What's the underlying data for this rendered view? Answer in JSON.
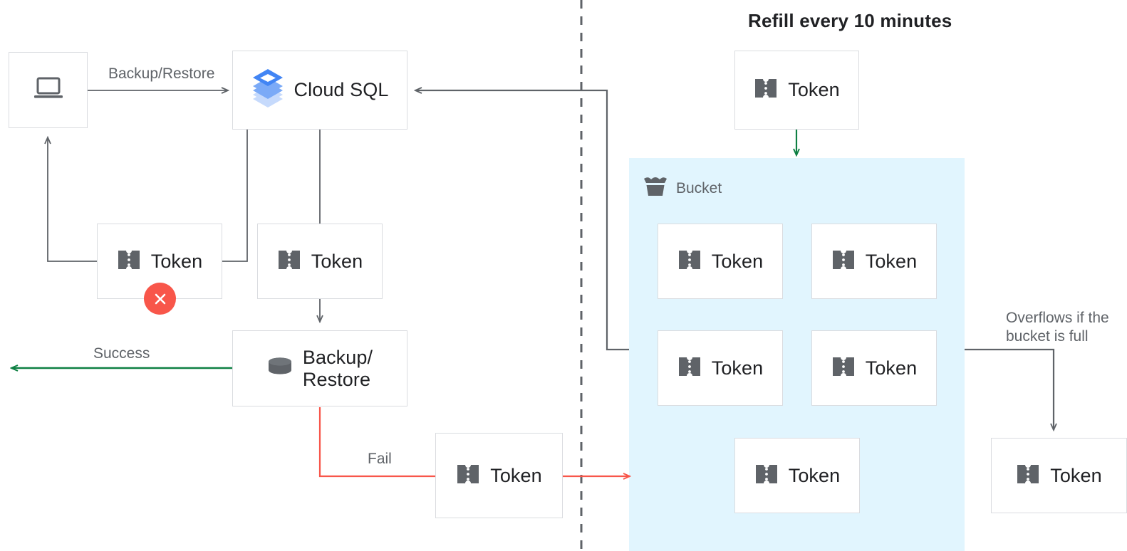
{
  "diagram": {
    "title": "Refill every 10 minutes",
    "colors": {
      "bucket_fill": "#e1f5fe",
      "node_border": "#dadce0",
      "line_gray": "#5f6368",
      "line_green": "#0e8043",
      "line_red": "#f8564a",
      "badge_red": "#f8564a",
      "text_primary": "#202124",
      "text_secondary": "#5f6368",
      "sql_blue_dark": "#4285f4",
      "sql_blue_mid": "#7baaf7",
      "sql_blue_light": "#c6dafc"
    },
    "nodes": {
      "client": {
        "label": "",
        "icon": "laptop-icon"
      },
      "cloud_sql": {
        "label": "Cloud SQL",
        "icon": "cloud-sql-icon"
      },
      "token_fail_left": {
        "label": "Token",
        "icon": "token-icon",
        "badge": "error-x-badge"
      },
      "token_mid": {
        "label": "Token",
        "icon": "token-icon"
      },
      "backup_restore": {
        "label": "Backup/\nRestore",
        "icon": "database-icon"
      },
      "token_fail_path": {
        "label": "Token",
        "icon": "token-icon"
      },
      "token_refill": {
        "label": "Token",
        "icon": "token-icon"
      },
      "token_overflow": {
        "label": "Token",
        "icon": "token-icon"
      }
    },
    "bucket": {
      "label": "Bucket",
      "icon": "bucket-icon",
      "tokens": [
        {
          "label": "Token",
          "icon": "token-icon"
        },
        {
          "label": "Token",
          "icon": "token-icon"
        },
        {
          "label": "Token",
          "icon": "token-icon"
        },
        {
          "label": "Token",
          "icon": "token-icon"
        },
        {
          "label": "Token",
          "icon": "token-icon"
        }
      ]
    },
    "edge_labels": {
      "backup_restore": "Backup/Restore",
      "success": "Success",
      "fail": "Fail",
      "overflow": "Overflows if the\nbucket is full"
    }
  }
}
